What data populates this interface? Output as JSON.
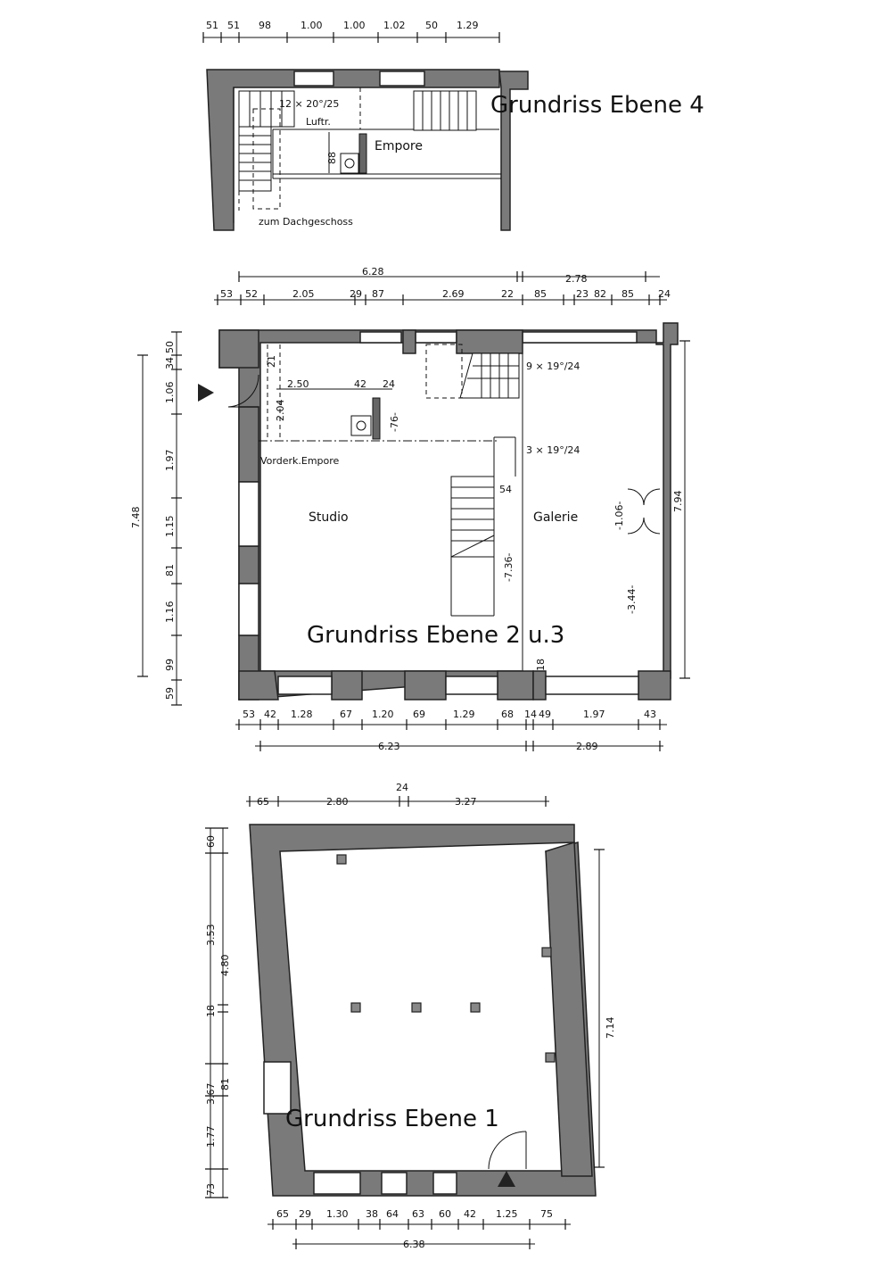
{
  "level4": {
    "title": "Grundriss Ebene 4",
    "room_empore": "Empore",
    "luftr": "Luftr.",
    "stair_note": "12 × 20°/25",
    "h_dim_88": "88",
    "to_attic": "zum Dachgeschoss",
    "top_dims": [
      "51",
      "51",
      "98",
      "1.00",
      "1.00",
      "1.02",
      "50",
      "1.29"
    ]
  },
  "level23": {
    "title": "Grundriss Ebene 2 u.3",
    "room_studio": "Studio",
    "room_galerie": "Galerie",
    "vorderk": "Vorderk.Empore",
    "stair_note_1": "9 × 19°/24",
    "stair_note_2": "3 × 19°/24",
    "top_total_left": "6.28",
    "top_total_right": "2.78",
    "top_dims": [
      "53",
      "52",
      "2.05",
      "29",
      "87",
      "2.69",
      "22",
      "85",
      "23",
      "82",
      "85",
      "24"
    ],
    "inner_dims": [
      "2.50",
      "42",
      "24",
      "2.04",
      "21",
      "-76-",
      "54",
      "-7.36-",
      "-1.06-",
      "-3.44-",
      "18"
    ],
    "left_dims": [
      "50",
      "34",
      "1.06",
      "1.97",
      "1.15",
      "81",
      "1.16",
      "99",
      "59"
    ],
    "left_total": "7.48",
    "right_total": "7.94",
    "bottom_dims": [
      "53",
      "42",
      "1.28",
      "67",
      "1.20",
      "69",
      "1.29",
      "68",
      "14",
      "49",
      "1.97",
      "43"
    ],
    "bottom_total_left": "6.23",
    "bottom_total_right": "2.89"
  },
  "level1": {
    "title": "Grundriss Ebene 1",
    "top_dims": [
      "65",
      "2.80",
      "24",
      "3.27"
    ],
    "left_dims": [
      "60",
      "3.53",
      "4.80",
      "18",
      "81",
      "3.67",
      "1.77",
      "73"
    ],
    "right_total": "7.14",
    "bottom_dims": [
      "65",
      "29",
      "1.30",
      "38",
      "64",
      "63",
      "60",
      "42",
      "1.25",
      "75"
    ],
    "bottom_total": "6.38"
  }
}
